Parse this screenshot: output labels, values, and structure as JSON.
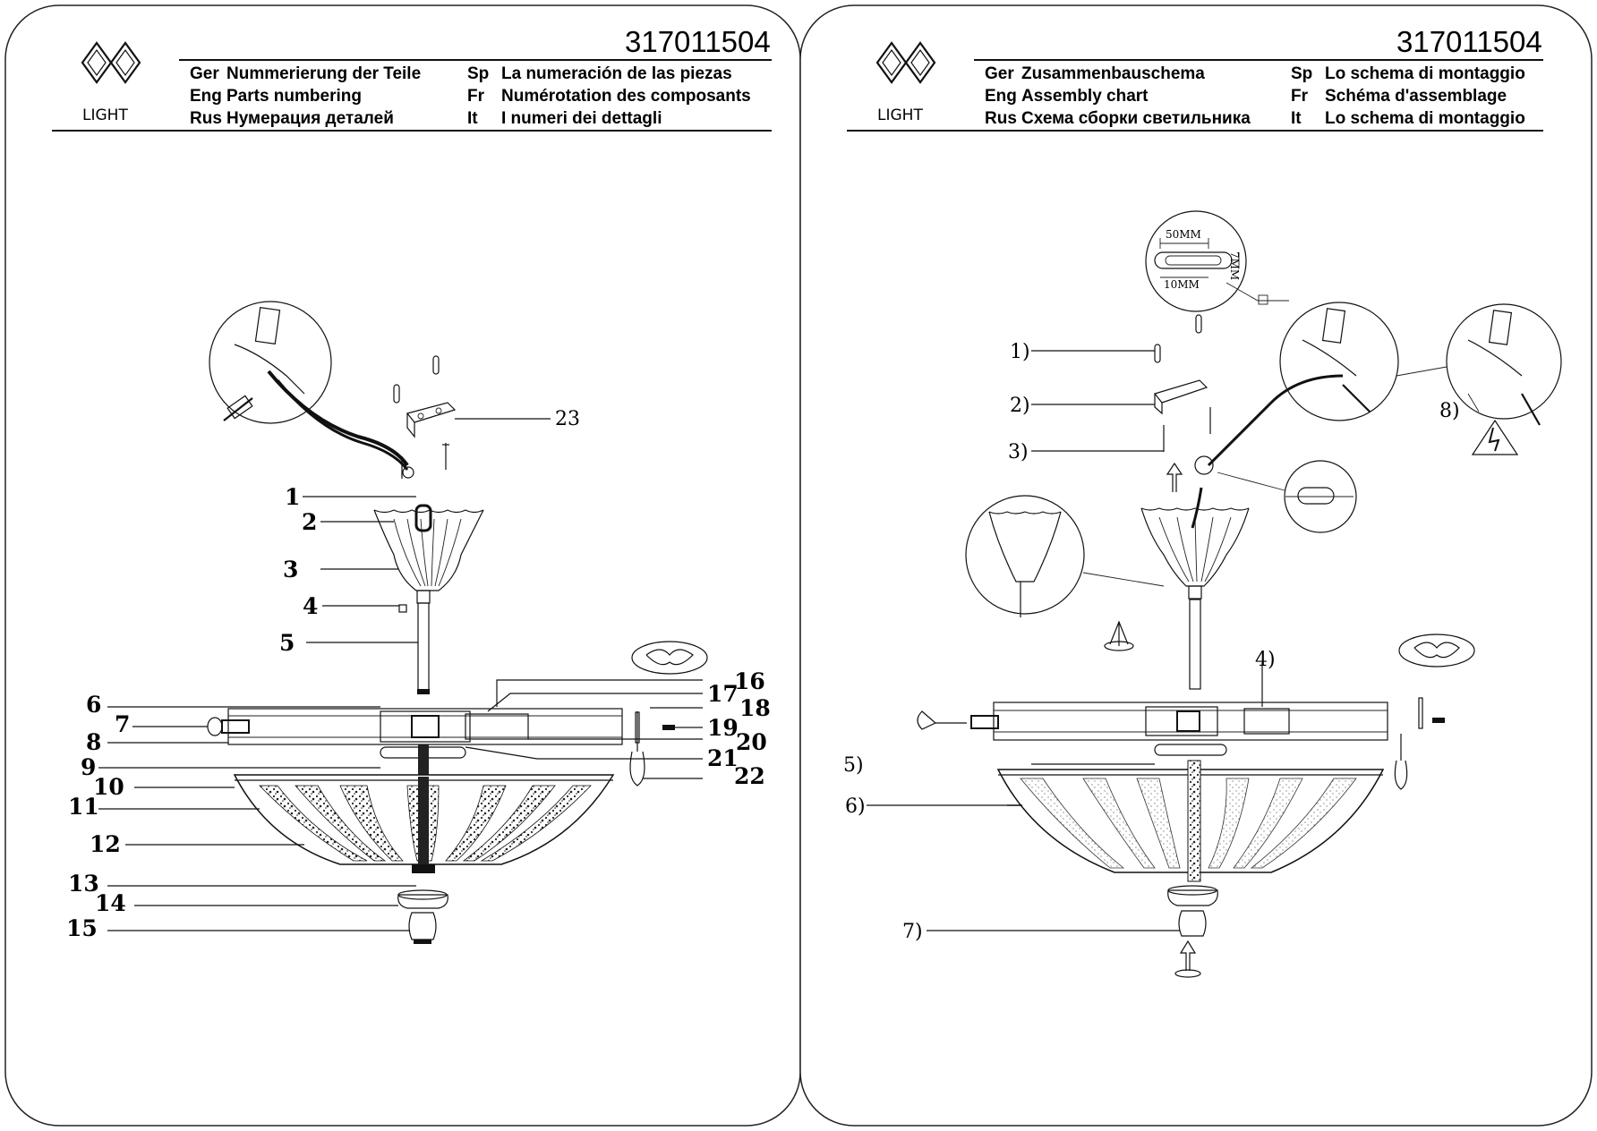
{
  "pages": {
    "left": {
      "model_number": "317011504",
      "logo_text": "LIGHT",
      "header_rows": [
        {
          "code_a": "Ger",
          "text_a": "Nummerierung der Teile",
          "code_b": "Sp",
          "text_b": "La numeración de las piezas"
        },
        {
          "code_a": "Eng",
          "text_a": "Parts numbering",
          "code_b": "Fr",
          "text_b": "Numérotation des composants"
        },
        {
          "code_a": "Rus",
          "text_a": "Нумерация деталей",
          "code_b": "It",
          "text_b": "I numeri dei dettagli"
        }
      ],
      "part_labels": [
        "1",
        "2",
        "3",
        "4",
        "5",
        "6",
        "7",
        "8",
        "9",
        "10",
        "11",
        "12",
        "13",
        "14",
        "15",
        "16",
        "17",
        "18",
        "19",
        "20",
        "21",
        "22",
        "23"
      ]
    },
    "right": {
      "model_number": "317011504",
      "logo_text": "LIGHT",
      "header_rows": [
        {
          "code_a": "Ger",
          "text_a": "Zusammenbauschema",
          "code_b": "Sp",
          "text_b": "Lo schema di montaggio"
        },
        {
          "code_a": "Eng",
          "text_a": "Assembly chart",
          "code_b": "Fr",
          "text_b": "Schéma d'assemblage"
        },
        {
          "code_a": "Rus",
          "text_a": "Схема сборки светильника",
          "code_b": "It",
          "text_b": "Lo schema di montaggio"
        }
      ],
      "step_labels": [
        "1)",
        "2)",
        "3)",
        "4)",
        "5)",
        "6)",
        "7)",
        "8)"
      ],
      "dimensions": {
        "length": "50MM",
        "gap": "10MM",
        "height": "7MM"
      }
    }
  }
}
